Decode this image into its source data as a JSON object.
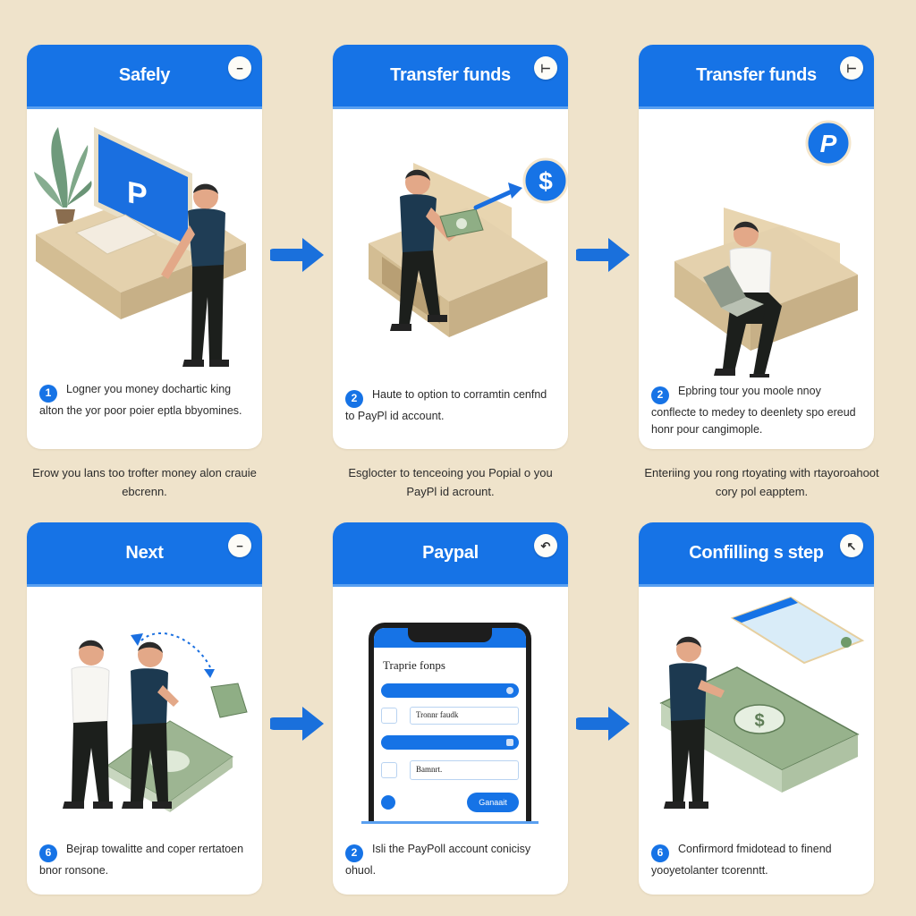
{
  "theme": {
    "background": "#efe3cb",
    "accent": "#1673e6",
    "card_bg": "#ffffff"
  },
  "steps": [
    {
      "title": "Safely",
      "header_icon": "minus-icon",
      "header_glyph": "−",
      "number": "1",
      "description": "Logner you money dochartic king alton the yor poor poier eptla bbyomines.",
      "caption": "Erow you lans too trofter money alon crauie ebcrenn.",
      "illustration": "person-at-desktop-computer-with-paypal-logo"
    },
    {
      "title": "Transfer funds",
      "header_icon": "pin-icon",
      "header_glyph": "⊢",
      "number": "2",
      "description": "Haute to option to corramtin cenfnd to PayPl id account.",
      "caption": "Esglocter to tenceoing you Popial o you PayPl id acrount.",
      "illustration": "person-handing-cash-to-dollar-coin",
      "badge_glyph": "$"
    },
    {
      "title": "Transfer funds",
      "header_icon": "pin-icon",
      "header_glyph": "⊢",
      "number": "2",
      "description": "Epbring tour you moole nnoy conflecte to medey to deenlety spo ereud honr pour cangimople.",
      "caption": "Enteriing you rong rtoyating with rtayoroahoot cory pol eapptem.",
      "illustration": "person-on-bench-with-laptop",
      "badge_glyph": "P"
    },
    {
      "title": "Next",
      "header_icon": "minus-icon",
      "header_glyph": "−",
      "number": "6",
      "description": "Bejrap towalitte and coper rertatoen bnor ronsone.",
      "illustration": "two-people-with-cash-stack"
    },
    {
      "title": "Paypal",
      "header_icon": "undo-icon",
      "header_glyph": "↶",
      "number": "2",
      "description": "Isli the PayPoll account conicisy ohuol.",
      "illustration": "phone-transfer-form",
      "phone": {
        "heading": "Traprie fonps",
        "field1": "Tronnr faudk",
        "field2": "Bamnrt.",
        "button": "Ganaait"
      }
    },
    {
      "title": "Confilling s step",
      "header_icon": "clock-hand-icon",
      "header_glyph": "↖",
      "number": "6",
      "description": "Confirmord fmidotead to finend yooyetolanter tcorenntt.",
      "illustration": "person-with-cash-stack-and-card"
    }
  ]
}
